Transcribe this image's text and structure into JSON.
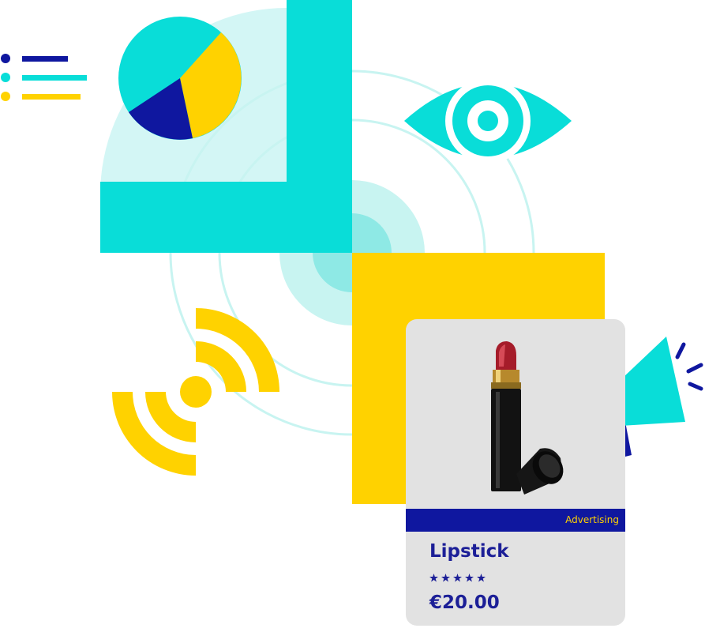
{
  "product_card": {
    "badge": "Advertising",
    "name": "Lipstick",
    "rating": 5,
    "price": "€20.00"
  },
  "icons": [
    "list-icon",
    "pie-chart-icon",
    "eye-icon",
    "signal-icon",
    "megaphone-icon"
  ],
  "colors": {
    "cyan": "#09ddd8",
    "light_cyan": "#d3f6f5",
    "yellow": "#ffd200",
    "navy": "#0f179f",
    "card_gray": "#e2e2e2"
  }
}
